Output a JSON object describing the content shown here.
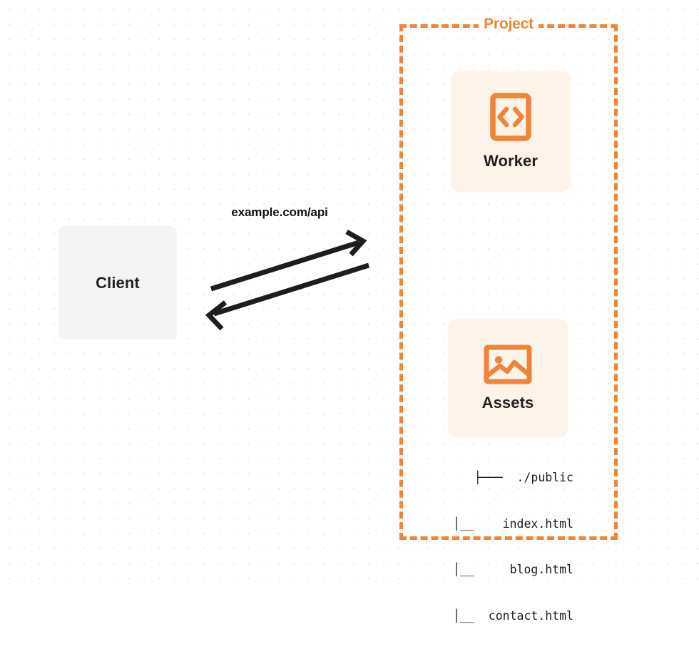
{
  "diagram": {
    "title": "Client to Project (Worker and Assets) request flow",
    "colors": {
      "accent_orange": "#F0853A",
      "card_background": "#FDF3E9",
      "client_background": "#f4f4f6",
      "text_dark": "#241f20",
      "arrow": "#1d1d1d",
      "grid_dot": "#ececed",
      "page_background": "#ffffff"
    }
  },
  "client": {
    "label": "Client"
  },
  "edge": {
    "label": "example.com/api",
    "request_direction": "client-to-project",
    "response_direction": "project-to-client"
  },
  "project": {
    "label": "Project",
    "nodes": [
      {
        "id": "worker",
        "label": "Worker",
        "icon": "code-brackets-icon"
      },
      {
        "id": "assets",
        "label": "Assets",
        "icon": "image-icon"
      }
    ],
    "file_tree": [
      {
        "prefix": "├─── ",
        "name": "./public"
      },
      {
        "prefix": "│__ ",
        "name": "index.html"
      },
      {
        "prefix": "│__ ",
        "name": "blog.html"
      },
      {
        "prefix": "│__ ",
        "name": "contact.html"
      }
    ],
    "file_tree_lines": [
      "├───  ./public",
      "│__    index.html",
      "│__     blog.html",
      "│__  contact.html"
    ]
  }
}
